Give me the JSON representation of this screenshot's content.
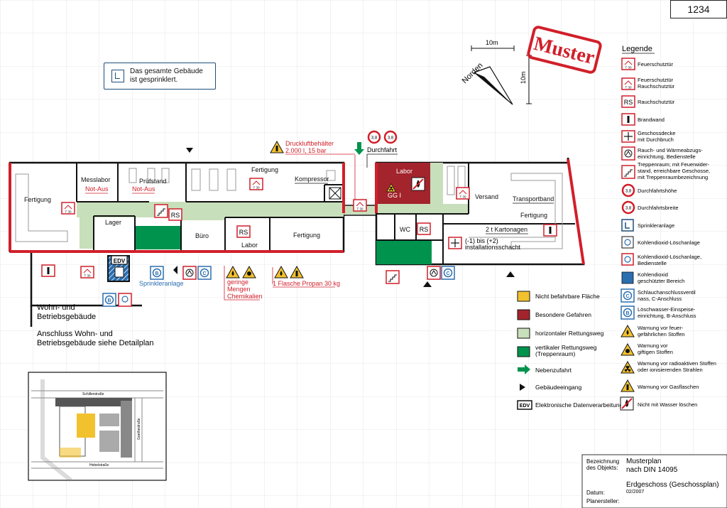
{
  "plan_number": "1234",
  "stamp": "Muster",
  "scale": {
    "horizontal": "10m",
    "vertical": "10m",
    "north": "Norden"
  },
  "sprinkler_note": "Das gesamte Gebäude\nist gesprinklert.",
  "rooms": {
    "fertigung_west": "Fertigung",
    "messlabor": "Messlabor",
    "pruefstand": "Prüfstand",
    "fertigung_mid": "Fertigung",
    "kompressor": "Kompressor",
    "lager": "Lager",
    "buero": "Büro",
    "labor_south": "Labor",
    "fertigung_south": "Fertigung",
    "labor_east": "Labor",
    "gg": "GG I",
    "versand": "Versand",
    "transportband": "Transportband",
    "fertigung_east": "Fertigung",
    "wc": "WC",
    "kartonagen": "2 t Kartonagen",
    "installationsschacht": "(-1) bis (+2)\ninstallationsschacht",
    "wohn": "Wohn- und\nBetriebsgebäude",
    "anschluss": "Anschluss Wohn- und\nBetriebsgebäude siehe Detailplan"
  },
  "annotations": {
    "not_aus_1": "Not-Aus",
    "not_aus_2": "Not-Aus",
    "druckluft": "Druckluftbehälter\n2.000 l, 15 bar",
    "durchfahrt": "Durchfahrt",
    "chemikalien": "geringe\nMengen\nChemikalien",
    "propan": "1 Flasche Propan 30 kg",
    "sprinkleranlage": "Sprinkleranlage",
    "edv": "EDV",
    "rs": "RS",
    "t30": "T 30",
    "site_street_north": "Schillerstraße",
    "site_street_south": "Hebelstraße",
    "site_street_east": "Goethestraße"
  },
  "legend": {
    "title": "Legende",
    "items": [
      "Feuerschutztür",
      "Feuerschutztür\nRauchschutztür",
      "Rauchschutztür",
      "Brandwand",
      "Geschossdecke\nmit Durchbruch",
      "Rauch- und Wärmeabzugs-\neinrichtung, Bedienstelle",
      "Treppenraum; mit Feuerwider-\nstand, erreichbare Geschosse,\nmit Treppenraumbezeichnung",
      "Durchfahrtshöhe",
      "Durchfahrtsbreite",
      "Sprinkleranlage",
      "Kohlendioxid-Löschanlage",
      "Kohlendioxid-Löschanlage,\nBedienstelle",
      "Kohlendioxid\ngeschützter Bereich",
      "Schlauchanschlussventil\nnass, C-Anschluss",
      "Löschwasser-Einspeise-\neinrichtung, B-Anschluss",
      "Warnung vor feuer-\ngefährlichen Stoffen",
      "Warnung vor\ngiftigen Stoffen",
      "Warnung vor radioaktiven Stoffen\noder ionisierenden Strahlen",
      "Warnung vor Gasflaschen",
      "Nicht mit Wasser löschen"
    ],
    "color_items": [
      "Nicht befahrbare Fläche",
      "Besondere Gefahren",
      "horizontaler Rettungsweg",
      "vertikaler Rettungsweg\n(Treppenraum)",
      "Nebenzufahrt",
      "Gebäudeeingang",
      "Elektronische Datenverarbeitung"
    ]
  },
  "titleblock": {
    "label_bezeichnung": "Bezeichnung\ndes Objekts:",
    "name": "Musterplan\nnach DIN 14095",
    "floor": "Erdgeschoss (Geschossplan)",
    "label_datum": "Datum:",
    "datum": "02/2007",
    "label_planersteller": "Planersteller:"
  },
  "colors": {
    "red": "#d11f2a",
    "green_light": "#c8dfbb",
    "green_dark": "#00934e",
    "maroon": "#a3242c",
    "yellow": "#f2c12e",
    "blue": "#2a6eb0"
  }
}
